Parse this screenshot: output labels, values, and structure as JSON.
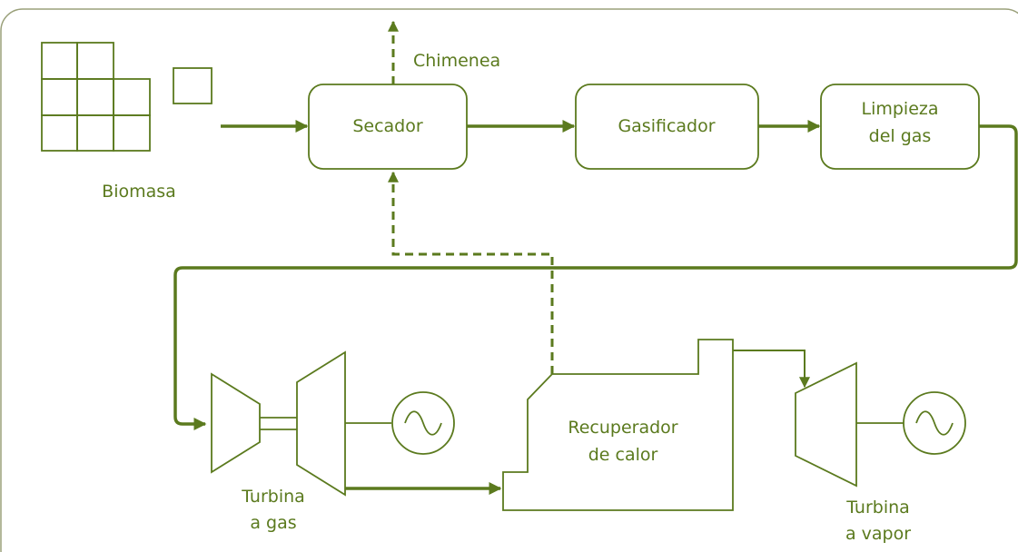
{
  "colors": {
    "stroke": "#5b7a1e",
    "text": "#5b7a1e",
    "frame": "#9aa07a",
    "background": "#ffffff"
  },
  "labels": {
    "chimenea": "Chimenea",
    "biomasa": "Biomasa",
    "secador": "Secador",
    "gasificador": "Gasificador",
    "limpieza_line1": "Limpieza",
    "limpieza_line2": "del gas",
    "recuperador_line1": "Recuperador",
    "recuperador_line2": "de calor",
    "turbina_gas_line1": "Turbina",
    "turbina_gas_line2": "a gas",
    "turbina_vapor_line1": "Turbina",
    "turbina_vapor_line2": "a vapor"
  },
  "icons": {
    "generator": "sine-wave-icon",
    "biomass": "grid-blocks-icon"
  }
}
